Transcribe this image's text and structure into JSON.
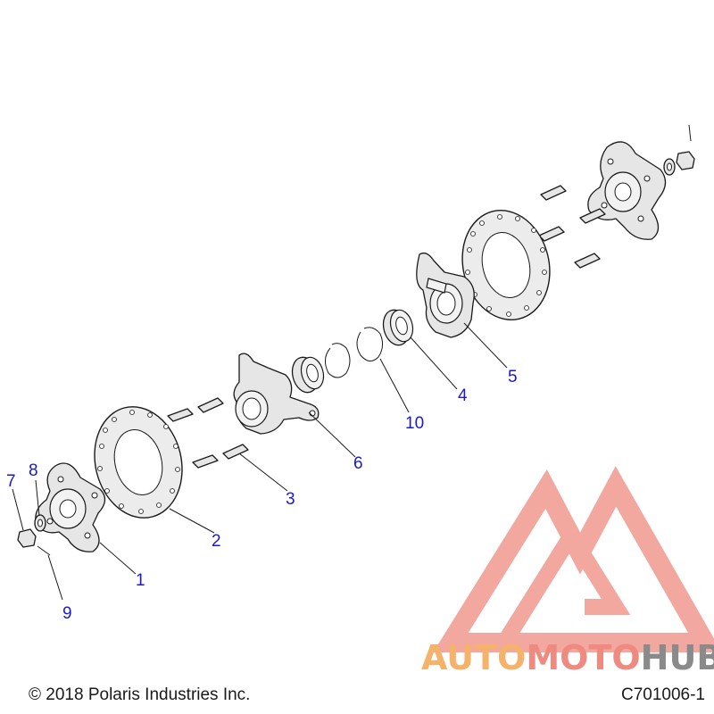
{
  "callouts": {
    "c1": "1",
    "c2": "2",
    "c3": "3",
    "c4": "4",
    "c5": "5",
    "c6": "6",
    "c7": "7",
    "c8": "8",
    "c9": "9",
    "c10": "10"
  },
  "footer": {
    "copyright": "© 2018 Polaris Industries Inc.",
    "diagram_id": "C701006-1"
  },
  "watermark": {
    "part1": "AUTO",
    "part2": "MOTO",
    "part3": "HUB",
    "color_orange": "#f5b26b",
    "color_red": "#ee8a80",
    "color_gray": "#8a8a8a"
  },
  "colors": {
    "callout": "#1a1acc",
    "line": "#1a1a1a"
  }
}
